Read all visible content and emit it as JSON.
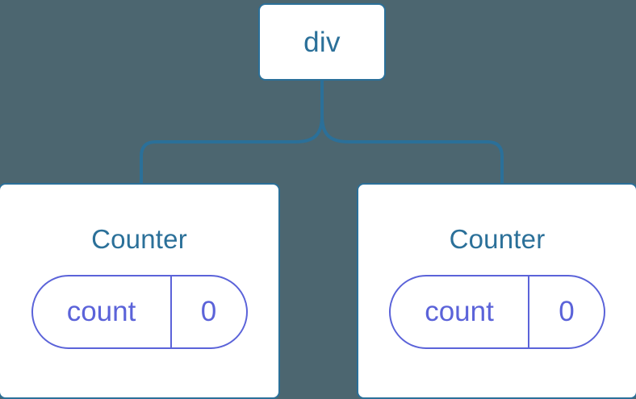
{
  "diagram": {
    "background_color": "#4c6670",
    "node_border_color": "#2b7099",
    "node_text_color": "#2b7099",
    "state_color": "#5b63d9",
    "connector_color": "#2b7099",
    "root": {
      "label": "div"
    },
    "children": [
      {
        "title": "Counter",
        "state": {
          "key": "count",
          "value": "0"
        }
      },
      {
        "title": "Counter",
        "state": {
          "key": "count",
          "value": "0"
        }
      }
    ]
  }
}
